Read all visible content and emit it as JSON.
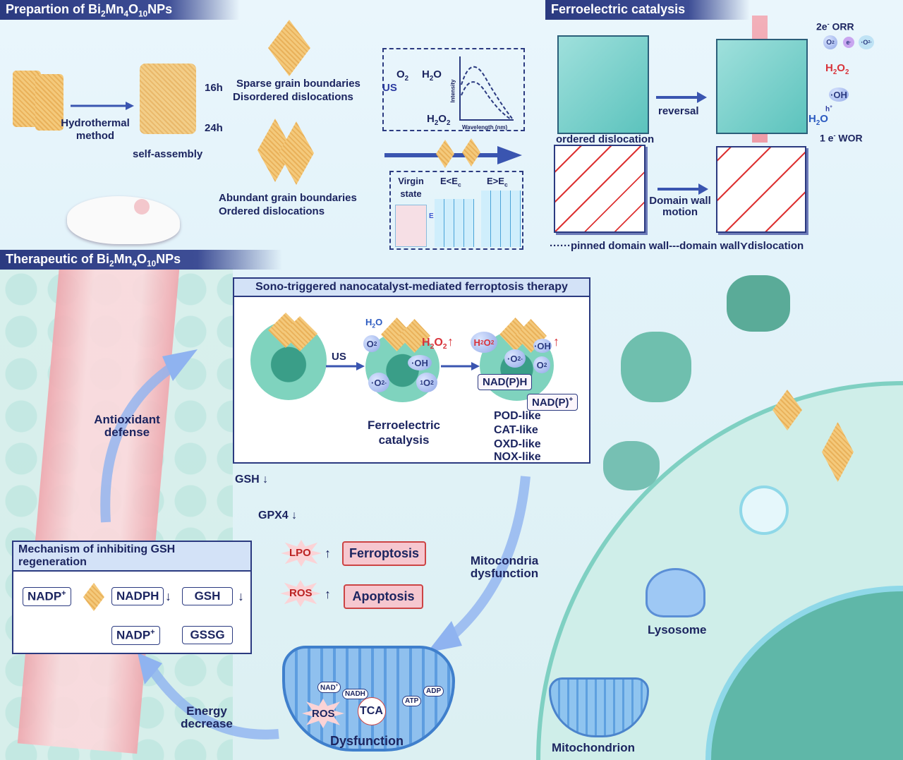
{
  "prep": {
    "header": "Prepartion of Bi_2Mn_4O_1_0NPs",
    "hydro": "Hydrothermal method",
    "self": "self-assembly",
    "t16": "16h",
    "t24": "24h",
    "sparse1": "Sparse grain boundaries",
    "sparse2": "Disordered dislocations",
    "abund1": "Abundant grain boundaries",
    "abund2": "Ordered dislocations",
    "o2": "O_2",
    "h2o": "H_2O",
    "us": "US",
    "h2o2": "H_2O_2",
    "intensity": "Intensity",
    "wavelength": "Wavelength (nm)",
    "virgin": "Virgin state",
    "elt": "E<E_c",
    "egt": "E>E_c",
    "e": "E"
  },
  "ferro": {
    "header": "Ferroelectric catalysis",
    "orr": "2e^- ORR",
    "o2": "O_2",
    "e": "e^-",
    "o2rad": "·O_2^-",
    "h2o2": "H_2O_2",
    "oh": "·OH",
    "h": "h^+",
    "h2o": "H_2O",
    "wor": "1 e^- WOR",
    "reversal": "reversal",
    "ordered": "ordered dislocation",
    "domain": "Domain wall motion",
    "legend": "······pinned domain wall---domain wall⋎dislocation"
  },
  "ther": {
    "header": "Therapeutic of  Bi_2Mn_4O_1_0NPs",
    "antiox": "Antioxidant defense",
    "energy": "Energy decrease",
    "mito_dys": "Mitocondria dysfunction",
    "gsh": "GSH",
    "gpx4": "GPX4",
    "lpo": "LPO",
    "ros": "ROS",
    "ferroptosis": "Ferroptosis",
    "apoptosis": "Apoptosis",
    "lysosome": "Lysosome",
    "mitochondrion": "Mitochondrion",
    "dys": {
      "label": "Dysfunction",
      "nad": "NAD^+",
      "nadh": "NADH",
      "ros": "ROS",
      "tca": "TCA",
      "atp": "ATP",
      "adp": "ADP"
    }
  },
  "sono": {
    "title": "Sono-triggered nanocatalyst-mediated ferroptosis therapy",
    "us": "US",
    "h2o": "H_2O",
    "o2": "O_2",
    "h2o2": "H_2O_2",
    "oh": "·OH",
    "o2rad": "·O_2^-",
    "singlet": "^1O_2",
    "h2o2b": "H_2O_2",
    "ohb": "·OH",
    "o2radb": "·O_2^-",
    "o2b": "O_2",
    "nadph": "NAD(P)H",
    "nadp": "NAD(P)^+",
    "fc": "Ferroelectric catalysis",
    "enz": [
      "POD-like",
      "CAT-like",
      "OXD-like",
      "NOX-like"
    ]
  },
  "mech": {
    "title": "Mechanism of inhibiting GSH regeneration",
    "nadp1": "NADP^+",
    "nadph": "NADPH",
    "gsh": "GSH",
    "nadp2": "NADP^+",
    "gssg": "GSSG"
  }
}
